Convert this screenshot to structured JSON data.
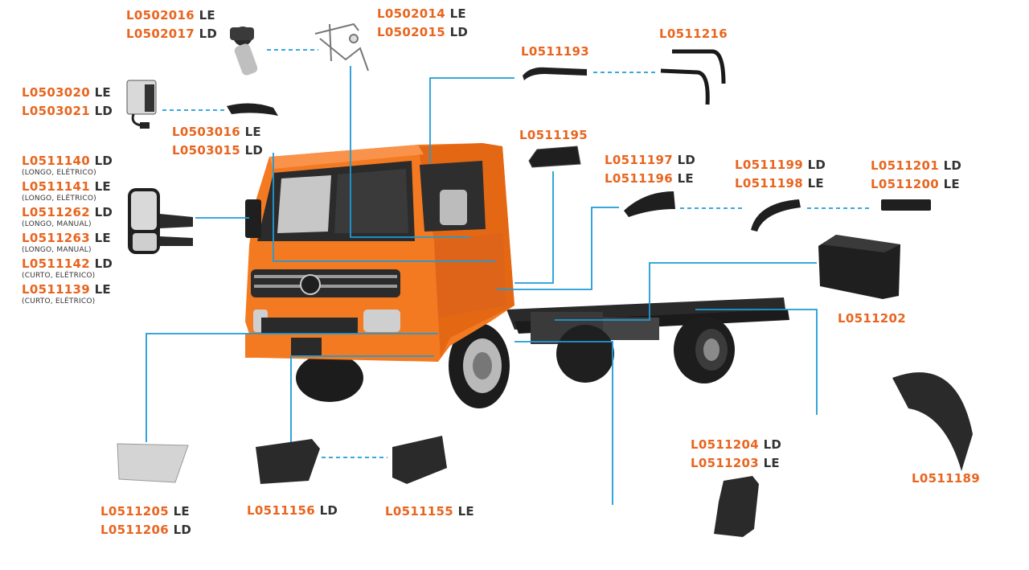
{
  "colors": {
    "accent": "#E8651F",
    "line": "#1E9BD7",
    "text": "#333333",
    "cab": "#F47A22"
  },
  "labels": {
    "window_motor": [
      {
        "code": "L0502016",
        "side": "LE"
      },
      {
        "code": "L0502017",
        "side": "LD"
      }
    ],
    "window_regulator": [
      {
        "code": "L0502014",
        "side": "LE"
      },
      {
        "code": "L0502015",
        "side": "LD"
      }
    ],
    "door_lock": [
      {
        "code": "L0503020",
        "side": "LE"
      },
      {
        "code": "L0503021",
        "side": "LD"
      }
    ],
    "door_handle": [
      {
        "code": "L0503016",
        "side": "LE"
      },
      {
        "code": "L0503015",
        "side": "LD"
      }
    ],
    "mirrors": [
      {
        "code": "L0511140",
        "side": "LD",
        "note": "(LONGO, ELÉTRICO)"
      },
      {
        "code": "L0511141",
        "side": "LE",
        "note": "(LONGO, ELÉTRICO)"
      },
      {
        "code": "L0511262",
        "side": "LD",
        "note": "(LONGO, MANUAL)"
      },
      {
        "code": "L0511263",
        "side": "LE",
        "note": "(LONGO, MANUAL)"
      },
      {
        "code": "L0511142",
        "side": "LD",
        "note": "(CURTO, ELÉTRICO)"
      },
      {
        "code": "L0511139",
        "side": "LE",
        "note": "(CURTO, ELÉTRICO)"
      }
    ],
    "gutter_short": {
      "code": "L0511193"
    },
    "gutter_long": {
      "code": "L0511216"
    },
    "grab_handle": {
      "code": "L0511195"
    },
    "trim_a": [
      {
        "code": "L0511197",
        "side": "LD"
      },
      {
        "code": "L0511196",
        "side": "LE"
      }
    ],
    "trim_b": [
      {
        "code": "L0511199",
        "side": "LD"
      },
      {
        "code": "L0511198",
        "side": "LE"
      }
    ],
    "trim_c": [
      {
        "code": "L0511201",
        "side": "LD"
      },
      {
        "code": "L0511200",
        "side": "LE"
      }
    ],
    "tank": {
      "code": "L0511202"
    },
    "fender": {
      "code": "L0511189"
    },
    "mudflap": [
      {
        "code": "L0511204",
        "side": "LD"
      },
      {
        "code": "L0511203",
        "side": "LE"
      }
    ],
    "step_plate": [
      {
        "code": "L0511205",
        "side": "LE"
      },
      {
        "code": "L0511206",
        "side": "LD"
      }
    ],
    "step_ld": {
      "code": "L0511156",
      "side": "LD"
    },
    "step_le": {
      "code": "L0511155",
      "side": "LE"
    }
  }
}
